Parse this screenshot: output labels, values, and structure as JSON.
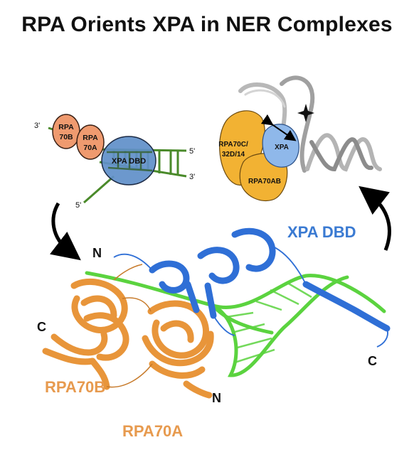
{
  "title": "RPA Orients XPA in NER Complexes",
  "schematic": {
    "rpa70b": [
      "RPA",
      "70B"
    ],
    "rpa70a": [
      "RPA",
      "70A"
    ],
    "xpa_dbd": "XPA DBD",
    "end_3_left": "3'",
    "end_5_right": "5'",
    "end_3_right": "3'",
    "end_5_bottom": "5'"
  },
  "complex": {
    "rpa70c": [
      "RPA70C/",
      "32D/14"
    ],
    "xpa": "XPA",
    "rpa70ab": "RPA70AB"
  },
  "structure": {
    "xpa_dbd": "XPA DBD",
    "n_top": "N",
    "c_left": "C",
    "rpa70b": "RPA70B",
    "rpa70a": "RPA70A",
    "n_bottom": "N",
    "c_right": "C"
  },
  "colors": {
    "rpa_salmon": "#ef9a6f",
    "xpa_blue": "#5f8fc9",
    "dna_green": "#4a8a2a",
    "rpa_gold": "#f2b233",
    "xpa_light": "#8fb8ea",
    "ribbon_orange": "#e8953a",
    "ribbon_blue": "#2f6fd6",
    "dna_bright": "#5bd33f",
    "label_orange": "#e79a4e",
    "label_blue": "#3a7ad2"
  }
}
